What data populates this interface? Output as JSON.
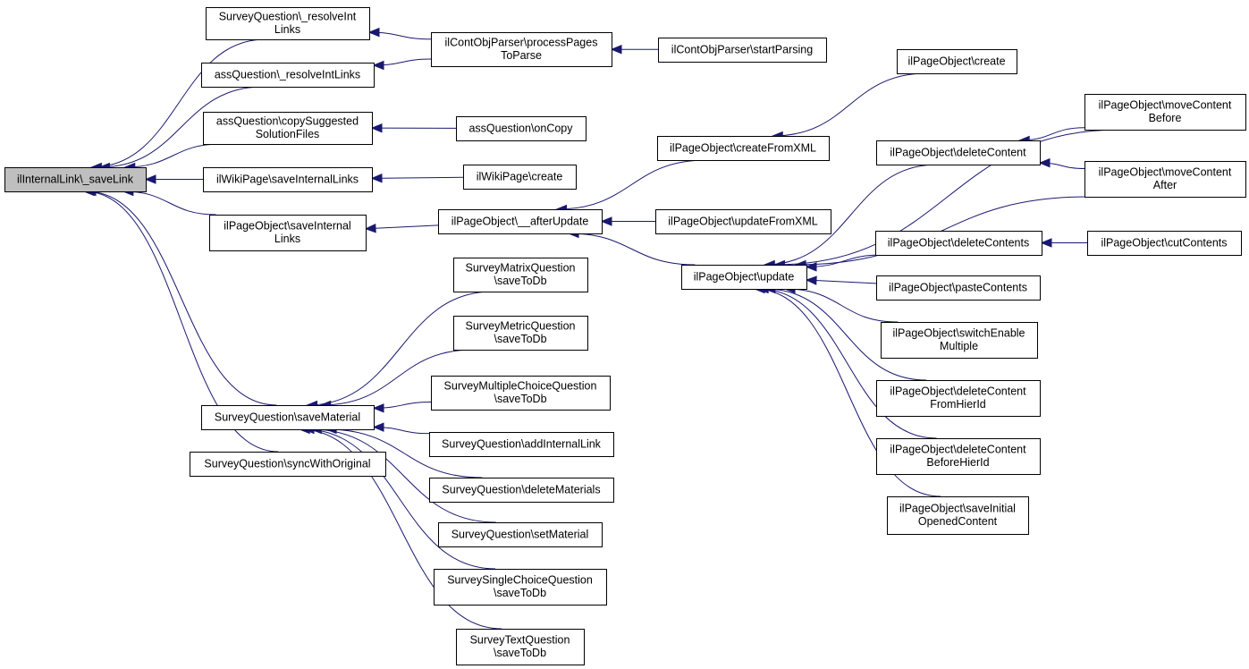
{
  "diagram": {
    "colors": {
      "edge": "#191970",
      "root_fill": "#bfbfbf",
      "node_fill": "#ffffff",
      "border": "#000000"
    },
    "nodes": [
      {
        "id": "root",
        "lines": [
          "ilInternalLink\\_saveLink"
        ],
        "root": true
      },
      {
        "id": "sq_resolve",
        "lines": [
          "SurveyQuestion\\_resolveInt",
          "Links"
        ]
      },
      {
        "id": "aq_resolve",
        "lines": [
          "assQuestion\\_resolveIntLinks"
        ]
      },
      {
        "id": "aq_copy",
        "lines": [
          "assQuestion\\copySuggested",
          "SolutionFiles"
        ]
      },
      {
        "id": "wiki_save",
        "lines": [
          "ilWikiPage\\saveInternalLinks"
        ]
      },
      {
        "id": "po_save",
        "lines": [
          "ilPageObject\\saveInternal",
          "Links"
        ]
      },
      {
        "id": "sq_savemat",
        "lines": [
          "SurveyQuestion\\saveMaterial"
        ]
      },
      {
        "id": "sq_sync",
        "lines": [
          "SurveyQuestion\\syncWithOriginal"
        ]
      },
      {
        "id": "cop_process",
        "lines": [
          "ilContObjParser\\processPages",
          "ToParse"
        ]
      },
      {
        "id": "cop_start",
        "lines": [
          "ilContObjParser\\startParsing"
        ]
      },
      {
        "id": "aq_oncopy",
        "lines": [
          "assQuestion\\onCopy"
        ]
      },
      {
        "id": "wiki_create",
        "lines": [
          "ilWikiPage\\create"
        ]
      },
      {
        "id": "po_after",
        "lines": [
          "ilPageObject\\__afterUpdate"
        ]
      },
      {
        "id": "smq",
        "lines": [
          "SurveyMatrixQuestion",
          "\\saveToDb"
        ]
      },
      {
        "id": "smetq",
        "lines": [
          "SurveyMetricQuestion",
          "\\saveToDb"
        ]
      },
      {
        "id": "smcq",
        "lines": [
          "SurveyMultipleChoiceQuestion",
          "\\saveToDb"
        ]
      },
      {
        "id": "sq_addlink",
        "lines": [
          "SurveyQuestion\\addInternalLink"
        ]
      },
      {
        "id": "sq_delmat",
        "lines": [
          "SurveyQuestion\\deleteMaterials"
        ]
      },
      {
        "id": "sq_setmat",
        "lines": [
          "SurveyQuestion\\setMaterial"
        ]
      },
      {
        "id": "ssc",
        "lines": [
          "SurveySingleChoiceQuestion",
          "\\saveToDb"
        ]
      },
      {
        "id": "stq",
        "lines": [
          "SurveyTextQuestion",
          "\\saveToDb"
        ]
      },
      {
        "id": "po_create",
        "lines": [
          "ilPageObject\\create"
        ]
      },
      {
        "id": "po_createxml",
        "lines": [
          "ilPageObject\\createFromXML"
        ]
      },
      {
        "id": "po_updatexml",
        "lines": [
          "ilPageObject\\updateFromXML"
        ]
      },
      {
        "id": "po_update",
        "lines": [
          "ilPageObject\\update"
        ]
      },
      {
        "id": "po_mcb",
        "lines": [
          "ilPageObject\\moveContent",
          "Before"
        ]
      },
      {
        "id": "po_delcontent",
        "lines": [
          "ilPageObject\\deleteContent"
        ]
      },
      {
        "id": "po_mca",
        "lines": [
          "ilPageObject\\moveContent",
          "After"
        ]
      },
      {
        "id": "po_delcontents",
        "lines": [
          "ilPageObject\\deleteContents"
        ]
      },
      {
        "id": "po_cut",
        "lines": [
          "ilPageObject\\cutContents"
        ]
      },
      {
        "id": "po_paste",
        "lines": [
          "ilPageObject\\pasteContents"
        ]
      },
      {
        "id": "po_switch",
        "lines": [
          "ilPageObject\\switchEnable",
          "Multiple"
        ]
      },
      {
        "id": "po_delhier",
        "lines": [
          "ilPageObject\\deleteContent",
          "FromHierId"
        ]
      },
      {
        "id": "po_delbefore",
        "lines": [
          "ilPageObject\\deleteContent",
          "BeforeHierId"
        ]
      },
      {
        "id": "po_saveinit",
        "lines": [
          "ilPageObject\\saveInitial",
          "OpenedContent"
        ]
      }
    ],
    "edges": [
      {
        "from": "sq_resolve",
        "to": "root"
      },
      {
        "from": "aq_resolve",
        "to": "root"
      },
      {
        "from": "aq_copy",
        "to": "root"
      },
      {
        "from": "wiki_save",
        "to": "root"
      },
      {
        "from": "po_save",
        "to": "root"
      },
      {
        "from": "sq_savemat",
        "to": "root"
      },
      {
        "from": "sq_sync",
        "to": "root"
      },
      {
        "from": "cop_process",
        "to": "sq_resolve"
      },
      {
        "from": "cop_process",
        "to": "aq_resolve"
      },
      {
        "from": "cop_start",
        "to": "cop_process"
      },
      {
        "from": "aq_oncopy",
        "to": "aq_copy"
      },
      {
        "from": "wiki_create",
        "to": "wiki_save"
      },
      {
        "from": "po_after",
        "to": "po_save"
      },
      {
        "from": "smq",
        "to": "sq_savemat"
      },
      {
        "from": "smetq",
        "to": "sq_savemat"
      },
      {
        "from": "smcq",
        "to": "sq_savemat"
      },
      {
        "from": "sq_addlink",
        "to": "sq_savemat"
      },
      {
        "from": "sq_delmat",
        "to": "sq_savemat"
      },
      {
        "from": "sq_setmat",
        "to": "sq_savemat"
      },
      {
        "from": "ssc",
        "to": "sq_savemat"
      },
      {
        "from": "stq",
        "to": "sq_savemat"
      },
      {
        "from": "po_createxml",
        "to": "po_after"
      },
      {
        "from": "po_updatexml",
        "to": "po_after"
      },
      {
        "from": "po_update",
        "to": "po_after"
      },
      {
        "from": "po_create",
        "to": "po_createxml"
      },
      {
        "from": "po_mcb",
        "to": "po_update"
      },
      {
        "from": "po_delcontent",
        "to": "po_update"
      },
      {
        "from": "po_mca",
        "to": "po_update"
      },
      {
        "from": "po_delcontents",
        "to": "po_update"
      },
      {
        "from": "po_paste",
        "to": "po_update"
      },
      {
        "from": "po_switch",
        "to": "po_update"
      },
      {
        "from": "po_delhier",
        "to": "po_update"
      },
      {
        "from": "po_delbefore",
        "to": "po_update"
      },
      {
        "from": "po_saveinit",
        "to": "po_update"
      },
      {
        "from": "po_mcb",
        "to": "po_delcontent"
      },
      {
        "from": "po_mca",
        "to": "po_delcontent"
      },
      {
        "from": "po_cut",
        "to": "po_delcontents"
      }
    ]
  }
}
